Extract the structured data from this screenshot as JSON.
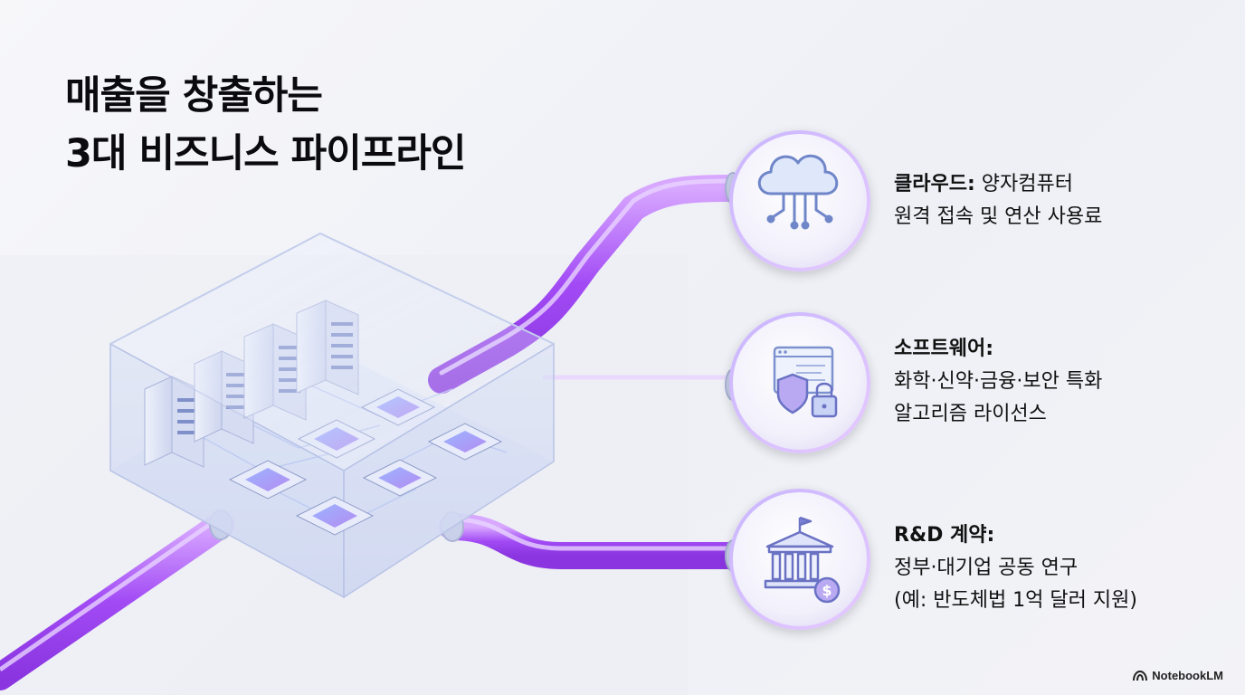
{
  "title": {
    "line1": "매출을 창출하는",
    "line2": "3대 비즈니스 파이프라인"
  },
  "nodes": [
    {
      "head": "클라우드:",
      "line1": "양자컴퓨터",
      "line2": "원격 접속 및 연산 사용료",
      "icon": "cloud-circuit-icon"
    },
    {
      "head": "소프트웨어:",
      "line1": "화학·신약·금융·보안 특화",
      "line2": "알고리즘 라이선스",
      "icon": "software-shield-lock-icon"
    },
    {
      "head": "R&D 계약:",
      "line1": "정부·대기업 공동 연구",
      "line2": "(예: 반도체법 1억 달러 지원)",
      "icon": "government-building-dollar-icon"
    }
  ],
  "brand": {
    "label": "NotebookLM",
    "icon": "notebooklm-logo-icon"
  },
  "colors": {
    "pipe": "#a855f7",
    "pipe_light": "#d9b3ff",
    "accent_blue": "#6a8fe0",
    "text": "#111111"
  }
}
